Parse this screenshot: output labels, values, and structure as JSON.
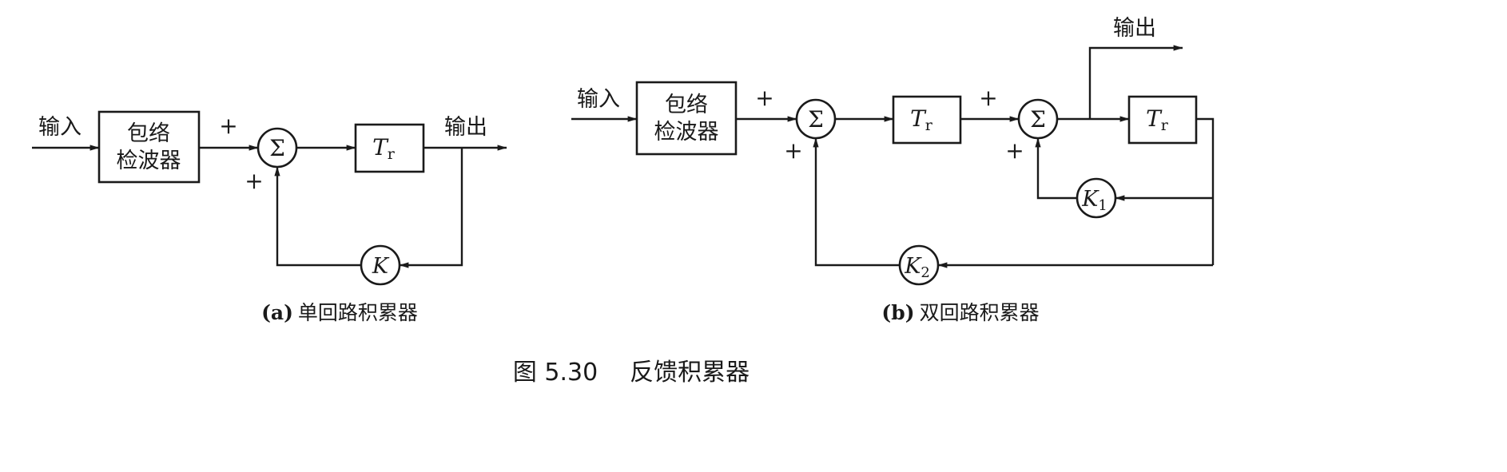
{
  "diagram_a": {
    "input_label": "输入",
    "detector_line1": "包络",
    "detector_line2": "检波器",
    "plus_top": "+",
    "plus_bottom": "+",
    "sum_symbol": "Σ",
    "tr_main": "T",
    "tr_sub": "r",
    "output_label": "输出",
    "gain_label": "K",
    "caption_prefix": "(a)",
    "caption_text": "单回路积累器"
  },
  "diagram_b": {
    "input_label": "输入",
    "detector_line1": "包络",
    "detector_line2": "检波器",
    "plus1_top": "+",
    "plus1_bottom": "+",
    "sum1_symbol": "Σ",
    "tr1_main": "T",
    "tr1_sub": "r",
    "plus2_top": "+",
    "plus2_bottom": "+",
    "sum2_symbol": "Σ",
    "tr2_main": "T",
    "tr2_sub": "r",
    "output_label": "输出",
    "gain1_main": "K",
    "gain1_sub": "1",
    "gain2_main": "K",
    "gain2_sub": "2",
    "caption_prefix": "(b)",
    "caption_text": "双回路积累器"
  },
  "figure_caption": {
    "number": "图 5.30",
    "title": "反馈积累器"
  }
}
